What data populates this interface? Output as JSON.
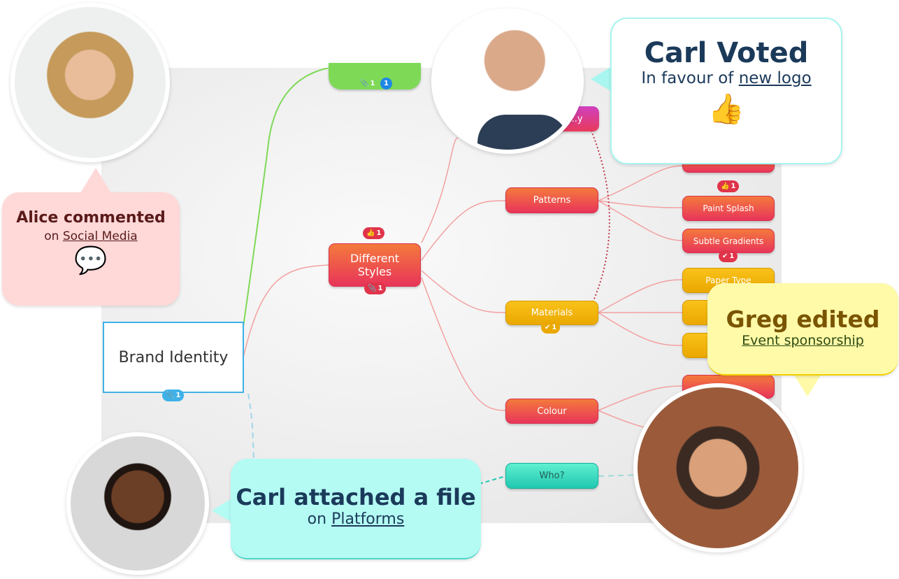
{
  "mindmap": {
    "root": "Brand Identity",
    "root_attach": "1",
    "top_badges": {
      "attach": "1",
      "comments": "1"
    },
    "hidden_node": "...y",
    "different_styles": {
      "label": "Different Styles",
      "likes": "1",
      "attach": "1"
    },
    "branches": [
      "Patterns",
      "Materials",
      "Colour",
      "Who?"
    ],
    "materials_tasks": "1",
    "right_nodes": [
      "Paint Splash",
      "Subtle Gradients",
      "Paper Type"
    ],
    "paint_likes": "1",
    "gradients_tasks": "1"
  },
  "bubbles": {
    "alice": {
      "title": "Alice commented",
      "prefix": "on",
      "link": "Social Media"
    },
    "carl_vote": {
      "title": "Carl Voted",
      "prefix": "In favour of",
      "link": "new logo"
    },
    "greg": {
      "title": "Greg edited",
      "link": "Event sponsorship"
    },
    "carl_file": {
      "title": "Carl attached a file",
      "prefix": "on",
      "link": "Platforms"
    }
  },
  "colors": {
    "alice_bg": "#ffd8d8",
    "greg_bg": "#fffaa8",
    "carl_file_bg": "#b4fbf4",
    "accent_blue": "#3fb1e8"
  }
}
